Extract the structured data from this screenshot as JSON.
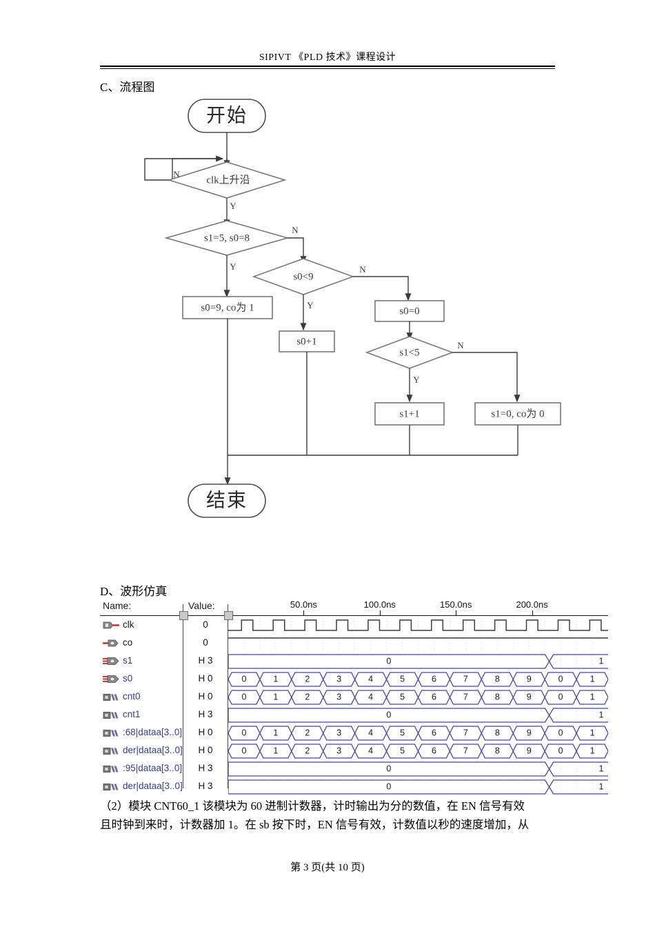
{
  "header": {
    "text": "SIPIVT    《PLD 技术》课程设计"
  },
  "sections": {
    "c_title": "C、流程图",
    "d_title": "D、波形仿真"
  },
  "flowchart": {
    "start": "开始",
    "end": "结束",
    "nodes": [
      {
        "id": "d1",
        "type": "decision",
        "label": "clk上升沿"
      },
      {
        "id": "d2",
        "type": "decision",
        "label": "s1=5, s0=8"
      },
      {
        "id": "d3",
        "type": "decision",
        "label": "s0<9"
      },
      {
        "id": "d4",
        "type": "decision",
        "label": "s1<5"
      },
      {
        "id": "p1",
        "type": "process",
        "label": "s0=9, co为 1"
      },
      {
        "id": "p2",
        "type": "process",
        "label": "s0+1"
      },
      {
        "id": "p3",
        "type": "process",
        "label": "s0=0"
      },
      {
        "id": "p4",
        "type": "process",
        "label": "s1+1"
      },
      {
        "id": "p5",
        "type": "process",
        "label": "s1=0, co为 0"
      }
    ],
    "branch_yes": "Y",
    "branch_no": "N"
  },
  "waveform": {
    "col_name": "Name:",
    "col_value": "Value:",
    "time_ticks": [
      "50.0ns",
      "100.0ns",
      "150.0ns",
      "200.0ns"
    ],
    "time_tick_positions": [
      0.2,
      0.4,
      0.6,
      0.8
    ],
    "signals": [
      {
        "name": "clk",
        "value": "0",
        "icon": "input-pin-icon",
        "kind": "clock",
        "color": "dark"
      },
      {
        "name": "co",
        "value": "0",
        "icon": "output-pin-icon",
        "kind": "low",
        "color": "dark"
      },
      {
        "name": "s1",
        "value": "H 3",
        "icon": "bus-pin-icon",
        "kind": "slow",
        "color": "blue"
      },
      {
        "name": "s0",
        "value": "H 0",
        "icon": "bus-pin-icon",
        "kind": "count",
        "color": "blue"
      },
      {
        "name": "cnt0",
        "value": "H 0",
        "icon": "node-icon",
        "kind": "count",
        "color": "blue"
      },
      {
        "name": "cnt1",
        "value": "H 3",
        "icon": "node-icon",
        "kind": "slow",
        "color": "blue"
      },
      {
        "name": ":68|dataa[3..0]",
        "value": "H 0",
        "icon": "node-icon",
        "kind": "count",
        "color": "blue"
      },
      {
        "name": "der|dataa[3..0]",
        "value": "H 0",
        "icon": "node-icon",
        "kind": "count",
        "color": "blue"
      },
      {
        "name": ":95|dataa[3..0]",
        "value": "H 3",
        "icon": "node-icon",
        "kind": "slow",
        "color": "blue"
      },
      {
        "name": "der|dataa[3..0]",
        "value": "H 3",
        "icon": "node-icon",
        "kind": "slow",
        "color": "blue"
      }
    ],
    "count_sequence": [
      "0",
      "1",
      "2",
      "3",
      "4",
      "5",
      "6",
      "7",
      "8",
      "9",
      "0",
      "1"
    ],
    "slow_sequence": [
      "0",
      "1"
    ],
    "accent_blue": "#4545a8",
    "trace_dark": "#3c3c3c"
  },
  "paragraph": {
    "line1": "（2）模块 CNT60_1 该模块为 60 进制计数器，计时输出为分的数值，在 EN 信号有效",
    "line2": "且时钟到来时，计数器加 1。在 sb 按下时，EN 信号有效，计数值以秒的速度增加，从"
  },
  "footer": {
    "text": "第 3 页(共 10 页)"
  }
}
